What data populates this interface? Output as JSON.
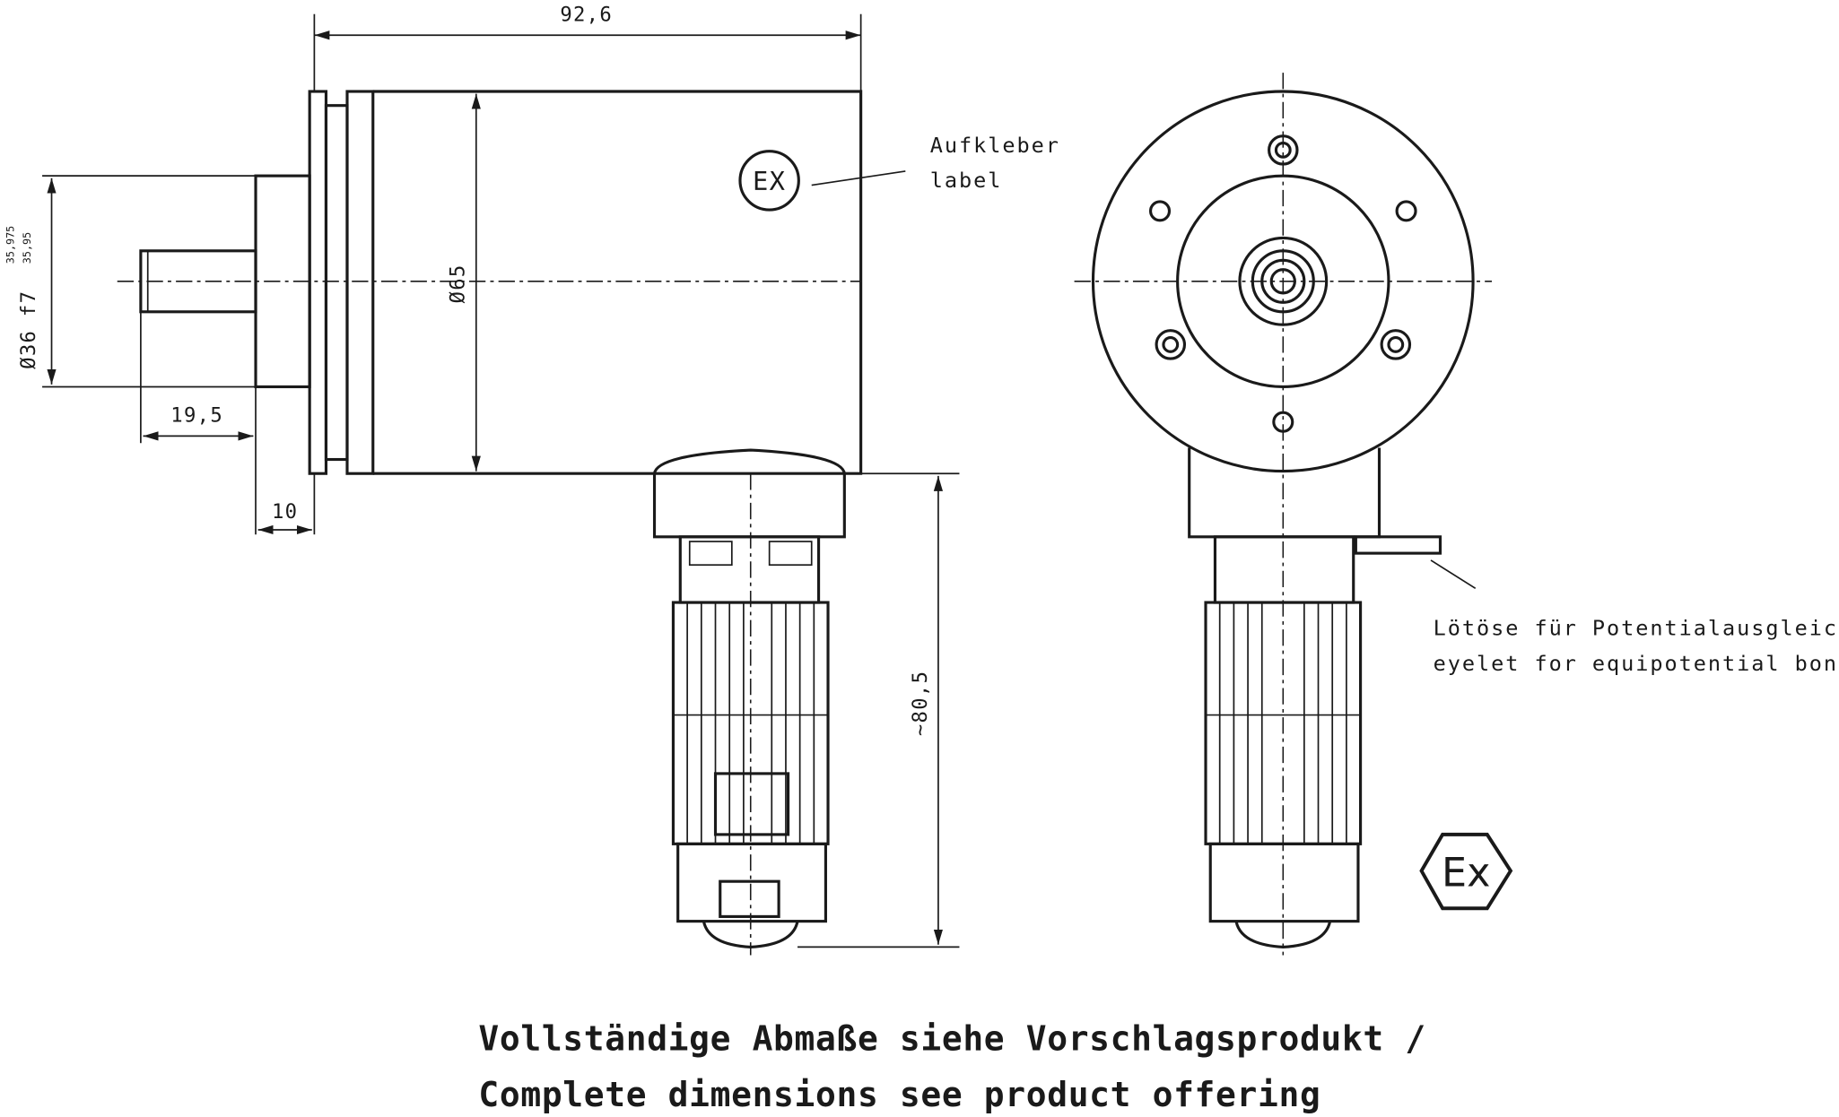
{
  "dimensions": {
    "overall_length": "92,6",
    "housing_diameter": "Ø65",
    "shaft_diameter": "Ø36 f7",
    "shaft_tolerance_upper": "35,975",
    "shaft_tolerance_lower": "35,95",
    "shaft_length": "19,5",
    "flange_thickness": "10",
    "connector_height": "~80,5"
  },
  "labels": {
    "ex_mark": "EX",
    "sticker_de": "Aufkleber",
    "sticker_en": "label",
    "eyelet_de": "Lötöse für Potentialausgleich",
    "eyelet_en": "eyelet for equipotential bonding",
    "atex_symbol": "Ex"
  },
  "footer": {
    "line1": "Vollständige Abmaße siehe Vorschlagsprodukt /",
    "line2": "Complete dimensions see product offering"
  }
}
